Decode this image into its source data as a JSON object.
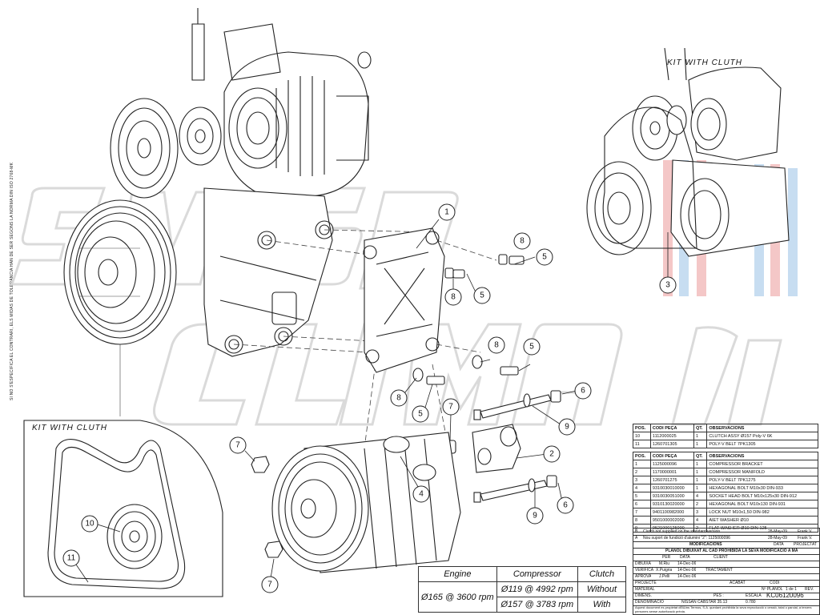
{
  "side_note": "SI NO S'ESPECIFICA EL CONTRARI, ELS MIDAS DE TOLERÀNCIA HAN DE SER SEGONS LA NORMA DIN ISO 2768-MK",
  "kit_titles": {
    "lower_left": "KIT WITH CLUTH",
    "top_right": "KIT WITH CLUTH"
  },
  "callouts": [
    "1",
    "2",
    "3",
    "4",
    "5",
    "6",
    "7",
    "8",
    "9",
    "10",
    "11"
  ],
  "parts_table": {
    "header": [
      "POS.",
      "CODI PEÇA",
      "QT.",
      "OBSERVACIONS"
    ],
    "kit_rows": [
      [
        "10",
        "1112000025",
        "1",
        "CLUTCH ASSY Ø157 Poly-V 6K"
      ],
      [
        "11",
        "1260701305",
        "1",
        "POLY-V BELT 7PK1305"
      ]
    ],
    "rows": [
      [
        "1",
        "1125000096",
        "1",
        "COMPRESSOR BRACKET"
      ],
      [
        "2",
        "1170000001",
        "1",
        "COMPRESSOR MANIFOLD"
      ],
      [
        "3",
        "1260701275",
        "1",
        "POLY-V BELT 7PK1275"
      ],
      [
        "4",
        "9310030010000",
        "1",
        "HEXAGONAL BOLT M10x30 DIN-933"
      ],
      [
        "5",
        "9310030051000",
        "4",
        "SOCKET HEAD BOLT M10x125x30 DIN-912"
      ],
      [
        "6",
        "9310130020000",
        "2",
        "HEXAGONAL BOLT M10x130 DIN-931"
      ],
      [
        "7",
        "9401100982000",
        "3",
        "LOCK NUT M10x1,50 DIN-982"
      ],
      [
        "8",
        "9501000002000",
        "4",
        "AIET WASHER Ø10"
      ],
      [
        "9",
        "9521000125000",
        "2",
        "FLAT WASHER Ø10 DIN-125"
      ]
    ]
  },
  "title_block": {
    "mod_rows": [
      [
        "B",
        "Clutch not supplied on the standard version",
        "28-May-09",
        "Frank V."
      ],
      [
        "A",
        "Nou suport de fundició d'alumini \"2\": 1125000096",
        "28-May-09",
        "Frank V."
      ]
    ],
    "mod_header": [
      "MODIFICACIONS",
      "DATA",
      "PROJECTAT"
    ],
    "notice": "PLÀNOL DIBUIXAT AL CAD PROHIBIDA LA SEVA MODIFICACIÓ A MÀ",
    "people_header": [
      "PER",
      "DATA",
      "CLIENT"
    ],
    "people": [
      [
        "DIBUIXA",
        "M.Riu",
        "14-Dec-06"
      ],
      [
        "VERIFICA",
        "X.Puigria",
        "14-Dec-06"
      ],
      [
        "APROVA",
        "J.Pelli",
        "14-Dec-06"
      ]
    ],
    "tractament": "TRACTAMENT",
    "projecte": "PROJECTE",
    "acabat": "ACABAT",
    "codi": "CODI",
    "material": "MATERIAL",
    "dimens": "DIMENS.",
    "pes": "PES :",
    "escala_label": "ESCALA",
    "escala": "0.780",
    "denominacio": "DENOMINACIÓ",
    "name": "NISSAN CABSTAR 35.13",
    "plano_label": "Nº PLÀNOL",
    "sheet": "1 de 1",
    "rev": "REV.",
    "code": "KC06120096",
    "footer": "Aquest document es propietat dEl&Ins Termos, S.A. quedant prohibida la seva reproducció o cessió, total o parcial, a tercers persones sense autorització prèvia."
  },
  "performance_table": {
    "headers": [
      "Engine",
      "Compressor",
      "Clutch"
    ],
    "rows": [
      [
        "Ø165 @ 3600 rpm",
        "Ø119 @ 4992 rpm",
        "Without"
      ],
      [
        "",
        "Ø157 @ 3783 rpm",
        "With"
      ]
    ]
  }
}
